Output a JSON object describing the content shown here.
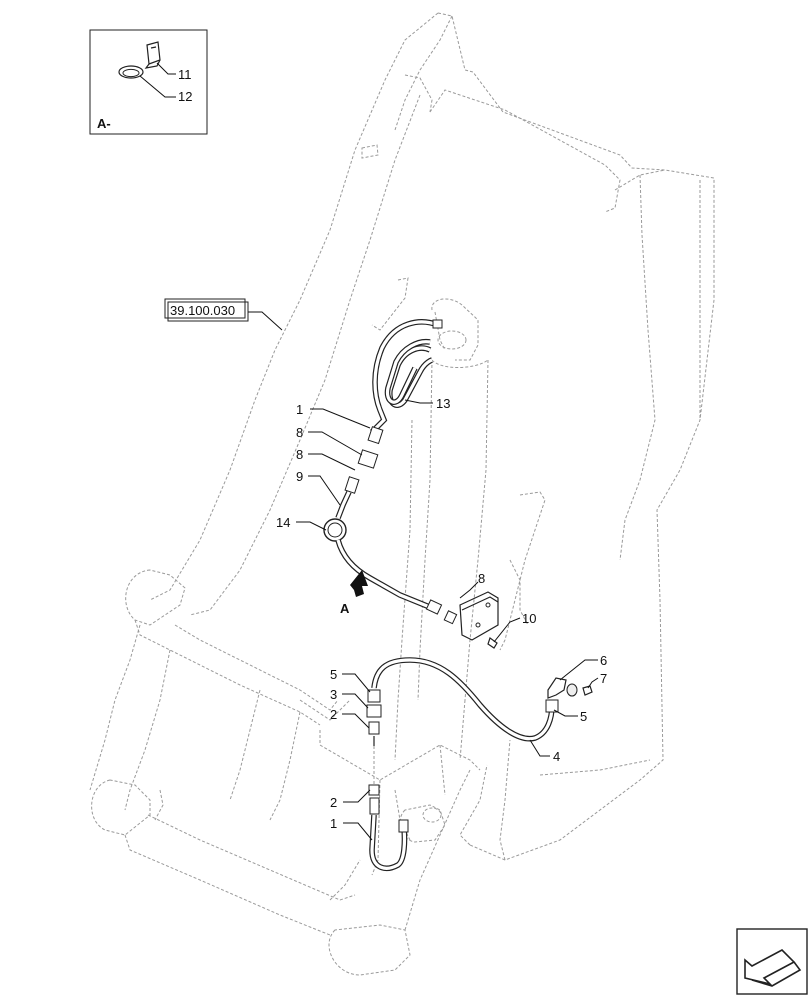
{
  "inset": {
    "view_label": "A-",
    "callouts": [
      "11",
      "12"
    ]
  },
  "reference": {
    "code": "39.100.030"
  },
  "view_marker": {
    "label": "A"
  },
  "callouts": {
    "c1_top": "1",
    "c8_a": "8",
    "c8_b": "8",
    "c9": "9",
    "c14": "14",
    "c13": "13",
    "c8_c": "8",
    "c10": "10",
    "c6": "6",
    "c7": "7",
    "c5_right": "5",
    "c4": "4",
    "c5_left": "5",
    "c3": "3",
    "c2_top": "2",
    "c2_bottom": "2",
    "c1_bottom": "1"
  },
  "nav_icon": "previous-page-arrow-icon"
}
